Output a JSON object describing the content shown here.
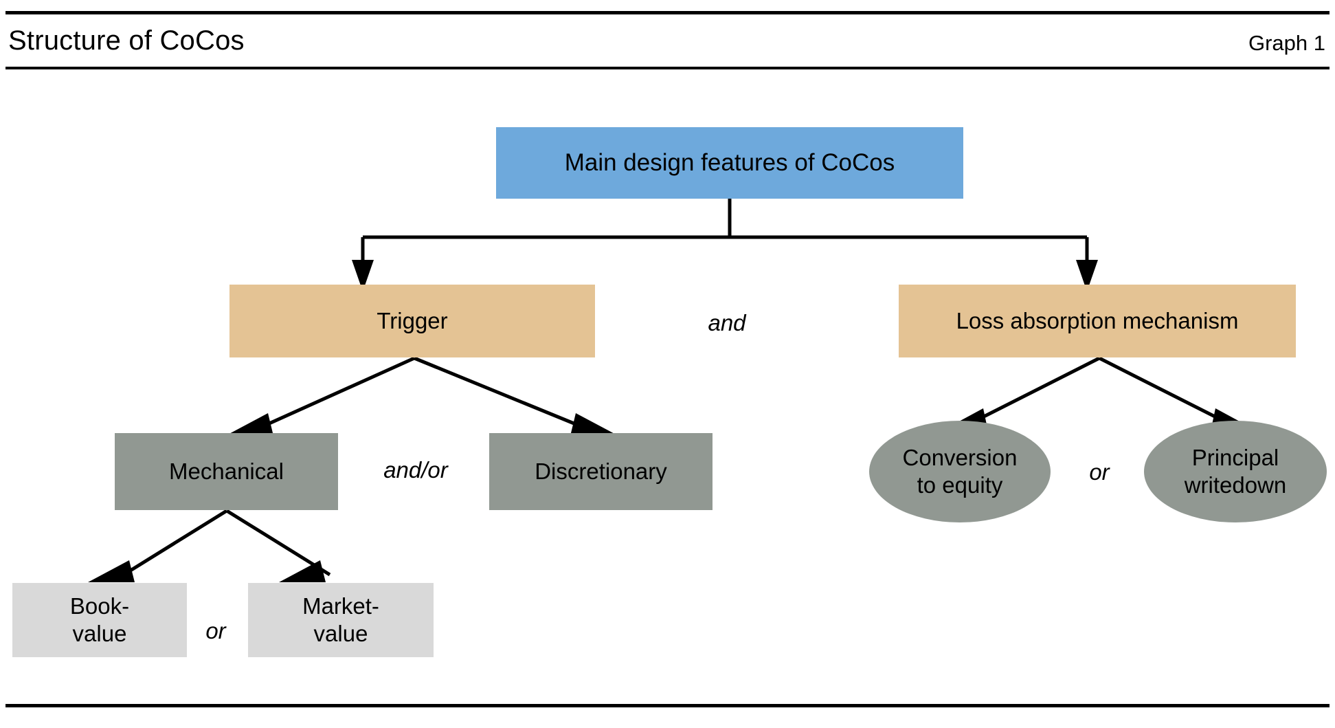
{
  "header": {
    "title": "Structure of CoCos",
    "graph_label": "Graph 1"
  },
  "colors": {
    "blue": "#6ea9dc",
    "tan": "#e4c394",
    "gray": "#919892",
    "light_gray": "#d9d9d9",
    "line": "#000000",
    "background": "#ffffff"
  },
  "chart_data": {
    "type": "diagram",
    "title": "Structure of CoCos",
    "subtitle": "Graph 1",
    "nodes": [
      {
        "id": "main",
        "label": "Main design features of CoCos",
        "shape": "rect",
        "fill": "#6ea9dc",
        "level": 0
      },
      {
        "id": "trigger",
        "label": "Trigger",
        "shape": "rect",
        "fill": "#e4c394",
        "level": 1
      },
      {
        "id": "loss",
        "label": "Loss absorption mechanism",
        "shape": "rect",
        "fill": "#e4c394",
        "level": 1
      },
      {
        "id": "mechanical",
        "label": "Mechanical",
        "shape": "rect",
        "fill": "#919892",
        "level": 2
      },
      {
        "id": "discretionary",
        "label": "Discretionary",
        "shape": "rect",
        "fill": "#919892",
        "level": 2
      },
      {
        "id": "conversion",
        "label": "Conversion to equity",
        "shape": "ellipse",
        "fill": "#919892",
        "level": 2
      },
      {
        "id": "principal",
        "label": "Principal writedown",
        "shape": "ellipse",
        "fill": "#919892",
        "level": 2
      },
      {
        "id": "bookvalue",
        "label": "Book- value",
        "shape": "rect",
        "fill": "#d9d9d9",
        "level": 3
      },
      {
        "id": "marketvalue",
        "label": "Market- value",
        "shape": "rect",
        "fill": "#d9d9d9",
        "level": 3
      }
    ],
    "edges": [
      {
        "from": "main",
        "to": "trigger",
        "style": "elbow-arrow"
      },
      {
        "from": "main",
        "to": "loss",
        "style": "elbow-arrow"
      },
      {
        "from": "trigger",
        "to": "mechanical",
        "style": "diagonal-arrow"
      },
      {
        "from": "trigger",
        "to": "discretionary",
        "style": "diagonal-arrow"
      },
      {
        "from": "loss",
        "to": "conversion",
        "style": "diagonal-arrow"
      },
      {
        "from": "loss",
        "to": "principal",
        "style": "diagonal-arrow"
      },
      {
        "from": "mechanical",
        "to": "bookvalue",
        "style": "diagonal-arrow"
      },
      {
        "from": "mechanical",
        "to": "marketvalue",
        "style": "diagonal-arrow"
      }
    ],
    "connector_labels": [
      {
        "id": "and",
        "text": "and",
        "between": [
          "trigger",
          "loss"
        ]
      },
      {
        "id": "and_or",
        "text": "and/or",
        "between": [
          "mechanical",
          "discretionary"
        ]
      },
      {
        "id": "or_value",
        "text": "or",
        "between": [
          "bookvalue",
          "marketvalue"
        ]
      },
      {
        "id": "or_loss",
        "text": "or",
        "between": [
          "conversion",
          "principal"
        ]
      }
    ]
  },
  "nodes": {
    "main": {
      "label": "Main design features of CoCos"
    },
    "trigger": {
      "label": "Trigger"
    },
    "loss": {
      "label": "Loss absorption mechanism"
    },
    "mechanical": {
      "label": "Mechanical"
    },
    "discretionary": {
      "label": "Discretionary"
    },
    "conversion": {
      "line1": "Conversion",
      "line2": "to equity"
    },
    "principal": {
      "line1": "Principal",
      "line2": "writedown"
    },
    "bookvalue": {
      "line1": "Book-",
      "line2": "value"
    },
    "marketvalue": {
      "line1": "Market-",
      "line2": "value"
    }
  },
  "connector_labels": {
    "and": "and",
    "and_or": "and/or",
    "or_value": "or",
    "or_loss": "or"
  }
}
